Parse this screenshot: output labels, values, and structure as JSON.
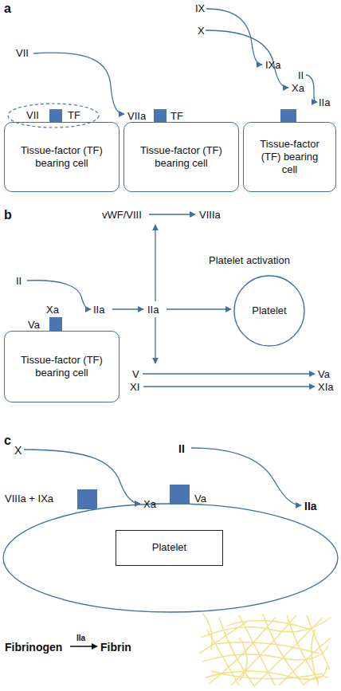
{
  "diagram": {
    "nodes": [
      {
        "text": [
          "VII",
          "TF"
        ]
      },
      {
        "text": [
          "Tissue-factor (TF) bearing cell"
        ]
      },
      {
        "text": [
          "Tissue-factor (TF) bearing cell"
        ]
      },
      {
        "text": [
          "Tissue-factor (TF) bearing cell"
        ]
      },
      {
        "text": [
          "Tissue-factor (TF) bearing cell"
        ]
      },
      {
        "text": [
          "Platelet"
        ]
      },
      {
        "text": [
          "Platelet"
        ]
      }
    ],
    "labels": [
      "a",
      "IX",
      "VII",
      "X",
      "IXa",
      "II",
      "Xa",
      "VIIa",
      "TF",
      "IIa",
      "b",
      "vWF/VIII",
      "VIIIa",
      "II",
      "Platelet activation",
      "Xa",
      "Va",
      "IIa",
      "IIa",
      "V",
      "XI",
      "Va",
      "XIa",
      "c",
      "X",
      "II",
      "VIIIa + IXa",
      "Xa",
      "Va",
      "IIa",
      "Fibrinogen",
      "IIa",
      "Fibrin"
    ]
  }
}
